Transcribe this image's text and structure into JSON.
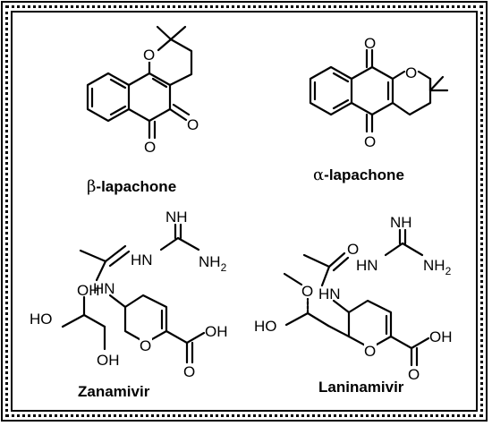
{
  "compounds": [
    {
      "greek": "β",
      "label": "-lapachone"
    },
    {
      "greek": "α",
      "label": "-lapachone"
    },
    {
      "label": "Zanamivir"
    },
    {
      "label": "Laninamivir"
    }
  ],
  "atoms": {
    "O": "O",
    "NH": "NH",
    "HN": "HN",
    "NH2": "NH",
    "sub2": "2",
    "OH": "OH",
    "HO": "HO"
  }
}
